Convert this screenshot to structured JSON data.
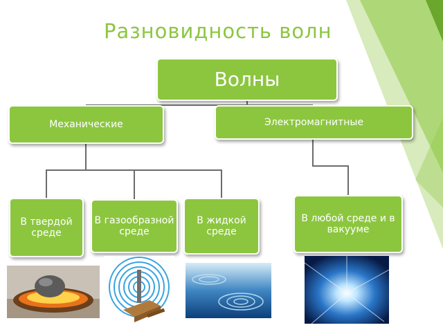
{
  "title": "Разновидность  волн",
  "root": "Волны",
  "branches": {
    "mechanical": "Механические",
    "electromagnetic": "Электромагнитные"
  },
  "leaves": {
    "solid": "В твердой среде",
    "gas": "В газообразной среде",
    "liquid": "В жидкой среде",
    "any": "В любой среде и в вакууме"
  },
  "images": {
    "solid": "meteor-impact-image",
    "gas": "radio-waves-image",
    "liquid": "water-ripples-image",
    "any": "light-burst-image"
  },
  "colors": {
    "accent": "#8cc63f",
    "line": "#6b6b6b"
  }
}
